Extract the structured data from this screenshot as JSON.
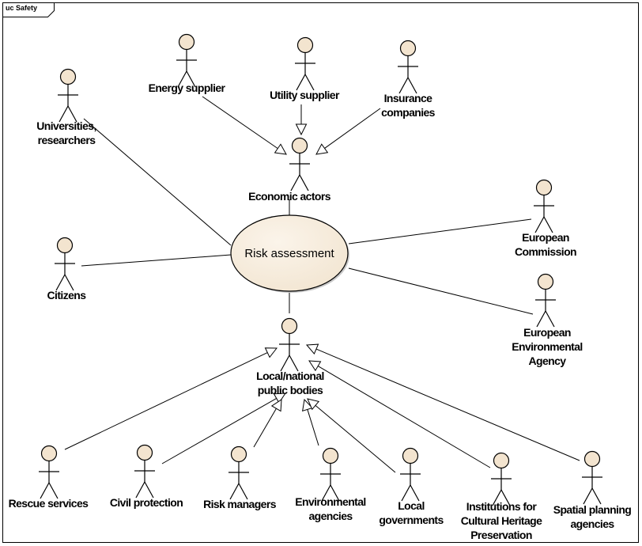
{
  "frame": {
    "title": "uc Safety"
  },
  "colors": {
    "actor_fill": "#f3e4cf",
    "usecase_fill": "#f2e5d1",
    "line": "#000000"
  },
  "use_cases": [
    {
      "id": "risk",
      "label": "Risk assessment"
    }
  ],
  "actors": [
    {
      "id": "energy",
      "label": [
        "Energy supplier"
      ]
    },
    {
      "id": "utility",
      "label": [
        "Utility supplier"
      ]
    },
    {
      "id": "insurance",
      "label": [
        "Insurance",
        "companies"
      ]
    },
    {
      "id": "universities",
      "label": [
        "Universities,",
        "researchers"
      ]
    },
    {
      "id": "economic",
      "label": [
        "Economic actors"
      ]
    },
    {
      "id": "commission",
      "label": [
        "European",
        "Commission"
      ]
    },
    {
      "id": "citizens",
      "label": [
        "Citizens"
      ]
    },
    {
      "id": "eea",
      "label": [
        "European",
        "Environmental",
        "Agency"
      ]
    },
    {
      "id": "public",
      "label": [
        "Local/national",
        "public bodies"
      ]
    },
    {
      "id": "rescue",
      "label": [
        "Rescue services"
      ]
    },
    {
      "id": "civil",
      "label": [
        "Civil protection"
      ]
    },
    {
      "id": "riskmgr",
      "label": [
        "Risk managers"
      ]
    },
    {
      "id": "envagencies",
      "label": [
        "Environmental",
        "agencies"
      ]
    },
    {
      "id": "localgov",
      "label": [
        "Local",
        "governments"
      ]
    },
    {
      "id": "heritage",
      "label": [
        "Institutions for",
        "Cultural Heritage",
        "Preservation"
      ]
    },
    {
      "id": "spatial",
      "label": [
        "Spatial planning",
        "agencies"
      ]
    }
  ],
  "associations": [
    {
      "from": "universities",
      "to": "risk"
    },
    {
      "from": "citizens",
      "to": "risk"
    },
    {
      "from": "commission",
      "to": "risk"
    },
    {
      "from": "eea",
      "to": "risk"
    },
    {
      "from": "economic",
      "to": "risk"
    },
    {
      "from": "public",
      "to": "risk"
    }
  ],
  "generalizations": [
    {
      "child": "energy",
      "parent": "economic"
    },
    {
      "child": "utility",
      "parent": "economic"
    },
    {
      "child": "insurance",
      "parent": "economic"
    },
    {
      "child": "rescue",
      "parent": "public"
    },
    {
      "child": "civil",
      "parent": "public"
    },
    {
      "child": "riskmgr",
      "parent": "public"
    },
    {
      "child": "envagencies",
      "parent": "public"
    },
    {
      "child": "localgov",
      "parent": "public"
    },
    {
      "child": "heritage",
      "parent": "public"
    },
    {
      "child": "spatial",
      "parent": "public"
    }
  ]
}
